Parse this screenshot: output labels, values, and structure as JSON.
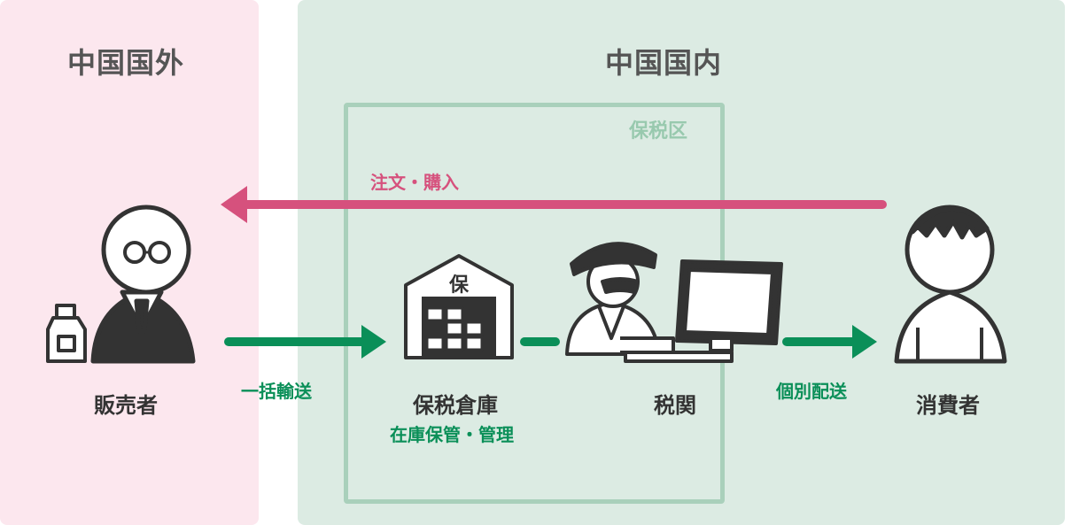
{
  "regions": {
    "outside": "中国国外",
    "inside": "中国国内",
    "bonded_zone": "保税区"
  },
  "actors": {
    "seller": "販売者",
    "warehouse": "保税倉庫",
    "warehouse_sub": "在庫保管・管理",
    "customs": "税関",
    "consumer": "消費者",
    "warehouse_sign": "保"
  },
  "flows": {
    "order": "注文・購入",
    "bulk_shipping": "一括輸送",
    "individual_delivery": "個別配送"
  },
  "colors": {
    "outside_bg": "#fce7ee",
    "inside_bg": "#dcebe3",
    "zone_border": "#a9d0bb",
    "order_arrow": "#d6517d",
    "flow_arrow": "#0a8f58",
    "outline": "#333333"
  }
}
